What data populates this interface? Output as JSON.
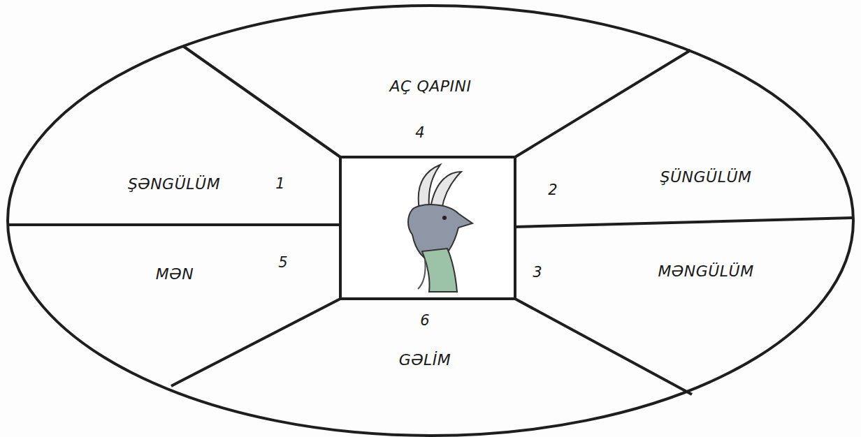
{
  "diagram": {
    "nodes": [
      {
        "text": [
          "AÇ QAPINI"
        ]
      },
      {
        "text": [
          "ŞƏNGÜLÜM"
        ]
      },
      {
        "text": [
          "ŞÜNGÜLÜM"
        ]
      },
      {
        "text": [
          "MƏN"
        ]
      },
      {
        "text": [
          "MƏNGÜLÜM"
        ]
      },
      {
        "text": [
          "GƏLİM"
        ]
      }
    ],
    "labels": [
      "4",
      "1",
      "2",
      "5",
      "3",
      "6"
    ]
  }
}
